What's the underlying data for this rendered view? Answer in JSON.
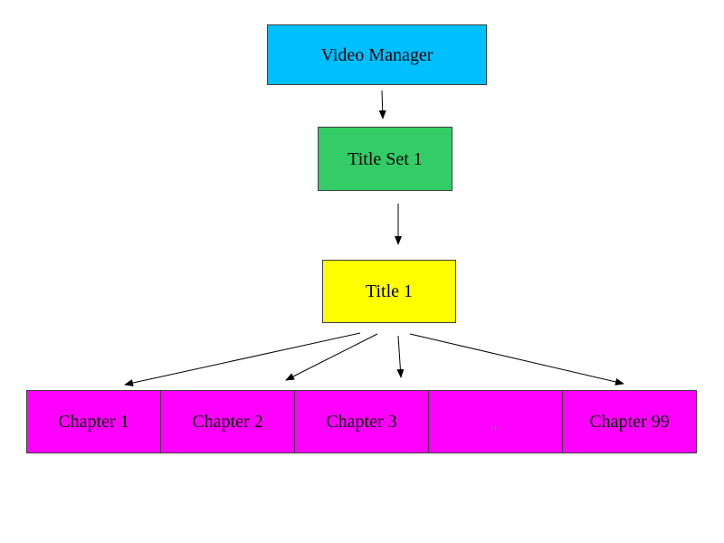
{
  "colors": {
    "video_manager": "#00bfff",
    "title_set": "#33cc66",
    "title": "#ffff00",
    "chapter": "#ff00ff",
    "connector": "#000000",
    "border": "#3f3f3f"
  },
  "nodes": {
    "video_manager": "Video Manager",
    "title_set": "Title Set 1",
    "title": "Title 1"
  },
  "chapters": [
    "Chapter 1",
    "Chapter 2",
    "Chapter 3",
    "...",
    "Chapter 99"
  ]
}
